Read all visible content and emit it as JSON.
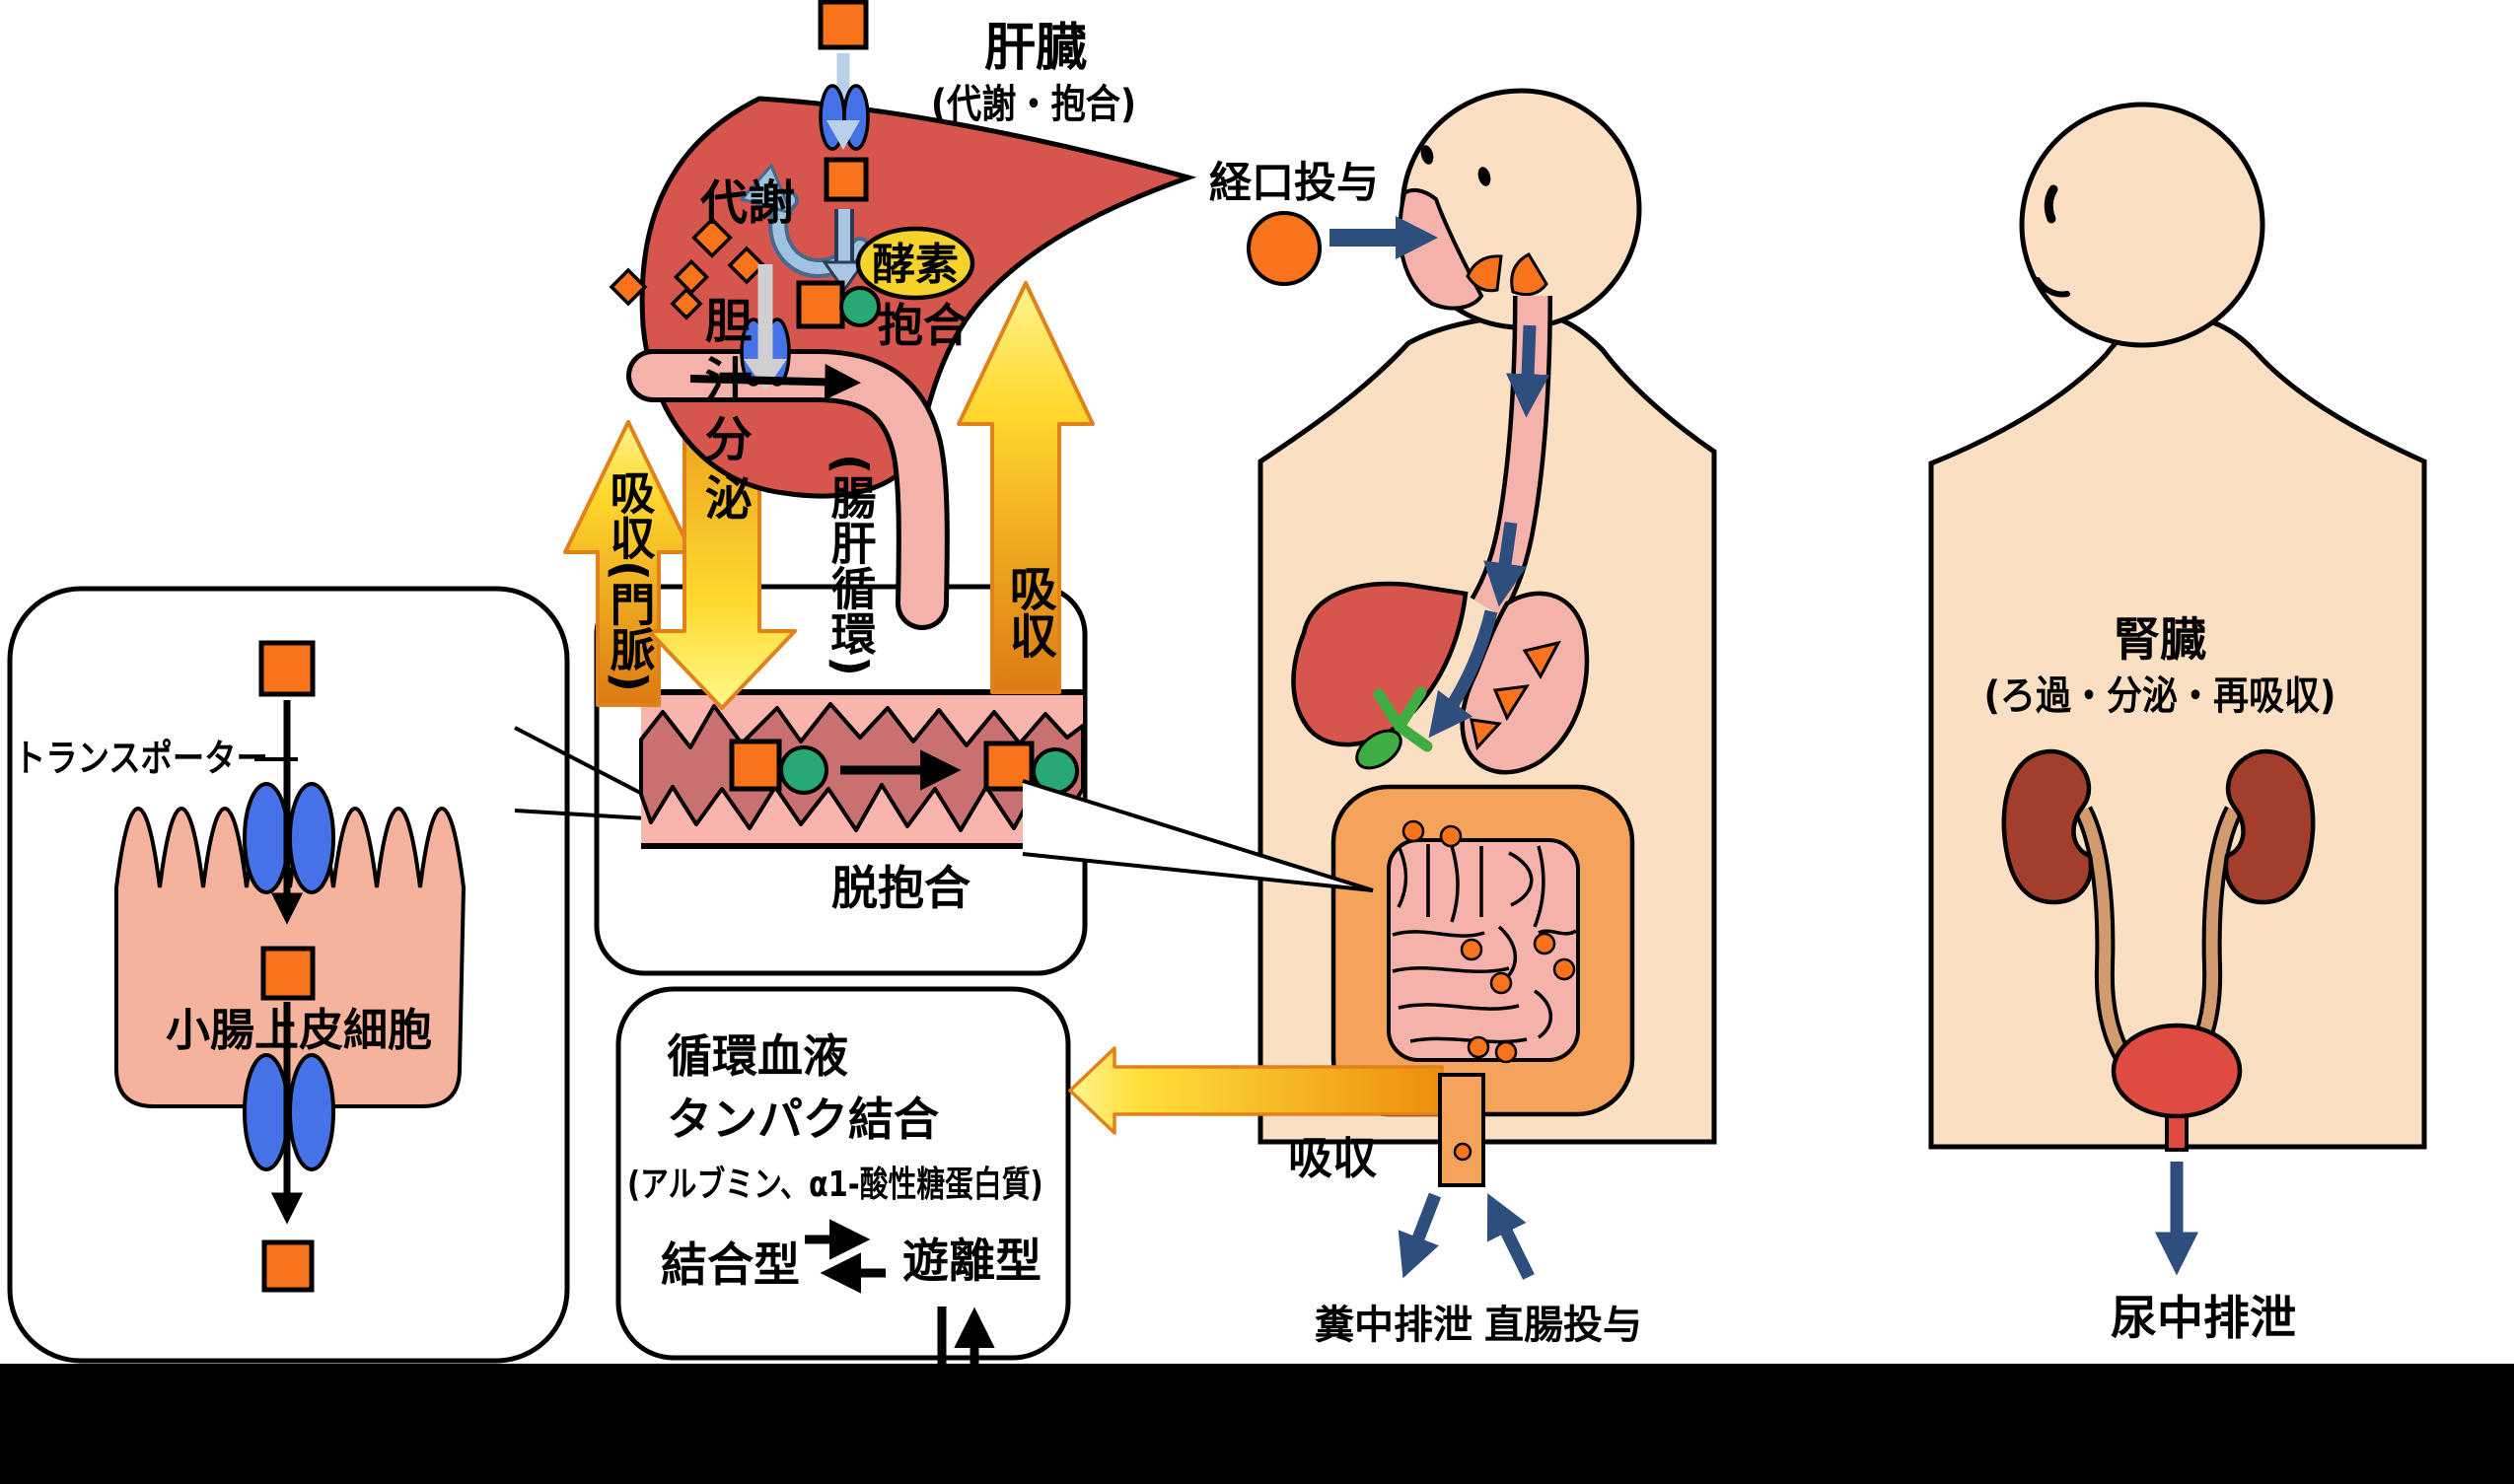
{
  "liver_panel": {
    "title": "肝臓",
    "subtitle": "(代謝・抱合)",
    "metabolism_label": "代謝",
    "enzyme_label": "酵素",
    "conjugation_label": "抱合"
  },
  "enterohepatic_panel": {
    "absorption_portal_label": "吸収(門脈)",
    "bile_secretion_label": "胆汁分泌",
    "circulation_label": "(腸肝循環)",
    "absorption_label": "吸収",
    "deconjugation_label": "脱抱合"
  },
  "cell_panel": {
    "transporter_label": "トランスポーター",
    "cell_label": "小腸上皮細胞"
  },
  "blood_panel": {
    "line1": "循環血液",
    "line2": "タンパク結合",
    "line3": "(アルブミン、α1-酸性糖蛋白質)",
    "bound_label": "結合型",
    "free_label": "遊離型"
  },
  "oral_figure": {
    "oral_admin_label": "経口投与",
    "absorption_label": "吸収",
    "fecal_excretion_label": "糞中排泄",
    "rectal_admin_label": "直腸投与"
  },
  "renal_figure": {
    "kidney_title": "腎臓",
    "kidney_subtitle": "(ろ過・分泌・再吸収)",
    "urinary_excretion_label": "尿中排泄"
  },
  "colors": {
    "drug_orange": "#F9731C",
    "metabolite_green": "#28A873",
    "transporter_blue": "#4573E7",
    "navy_arrow": "#2E4E7E",
    "skin": "#FBDFC2",
    "organ_pink": "#F5B2AB",
    "liver_red": "#D6554C",
    "colon_orange": "#F5A35B",
    "kidney_brown": "#A23E2B",
    "bladder_red": "#DF4A41",
    "gallbladder_green": "#3FAE42",
    "enzyme_yellow": "#F5D32B",
    "flow_arrow_orange": "#E8871A",
    "flow_arrow_yellow": "#FFF492"
  }
}
